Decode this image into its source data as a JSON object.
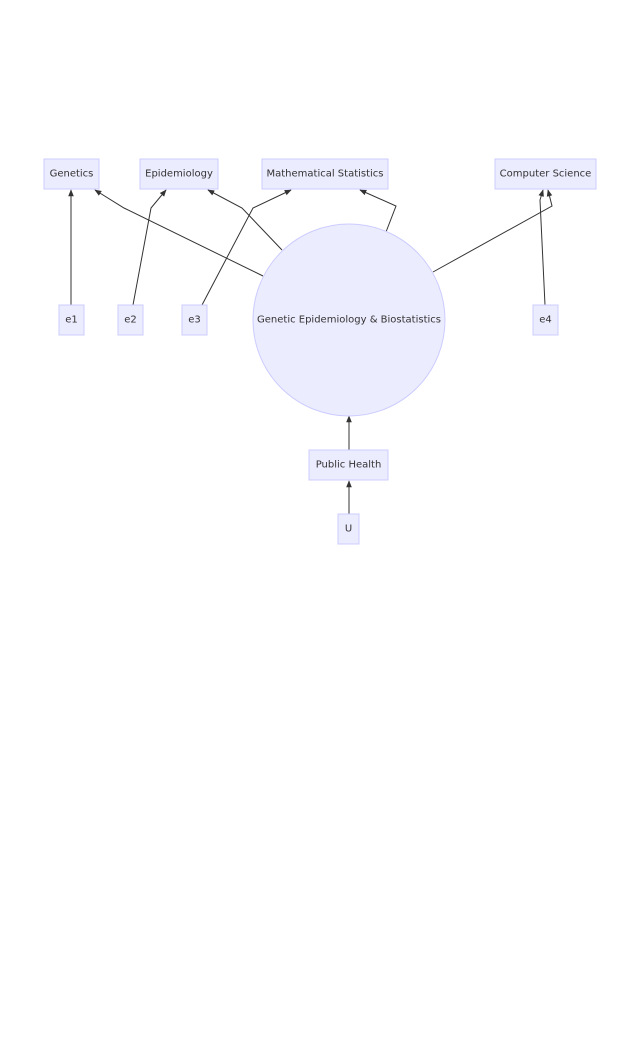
{
  "diagram": {
    "nodes": {
      "genetics": "Genetics",
      "epidemiology": "Epidemiology",
      "math_stats": "Mathematical Statistics",
      "computer_science": "Computer Science",
      "center": "Genetic Epidemiology & Biostatistics",
      "e1": "e1",
      "e2": "e2",
      "e3": "e3",
      "e4": "e4",
      "public_health": "Public Health",
      "u": "U"
    },
    "edges": [
      {
        "from": "center",
        "to": "genetics"
      },
      {
        "from": "center",
        "to": "epidemiology"
      },
      {
        "from": "center",
        "to": "math_stats"
      },
      {
        "from": "center",
        "to": "computer_science"
      },
      {
        "from": "e1",
        "to": "genetics"
      },
      {
        "from": "e2",
        "to": "epidemiology"
      },
      {
        "from": "e3",
        "to": "math_stats"
      },
      {
        "from": "e4",
        "to": "computer_science"
      },
      {
        "from": "public_health",
        "to": "center"
      },
      {
        "from": "u",
        "to": "public_health"
      }
    ],
    "colors": {
      "node_fill": "#ECECFF",
      "node_stroke": "#CCCCFF",
      "edge": "#333333",
      "text": "#333333"
    }
  }
}
